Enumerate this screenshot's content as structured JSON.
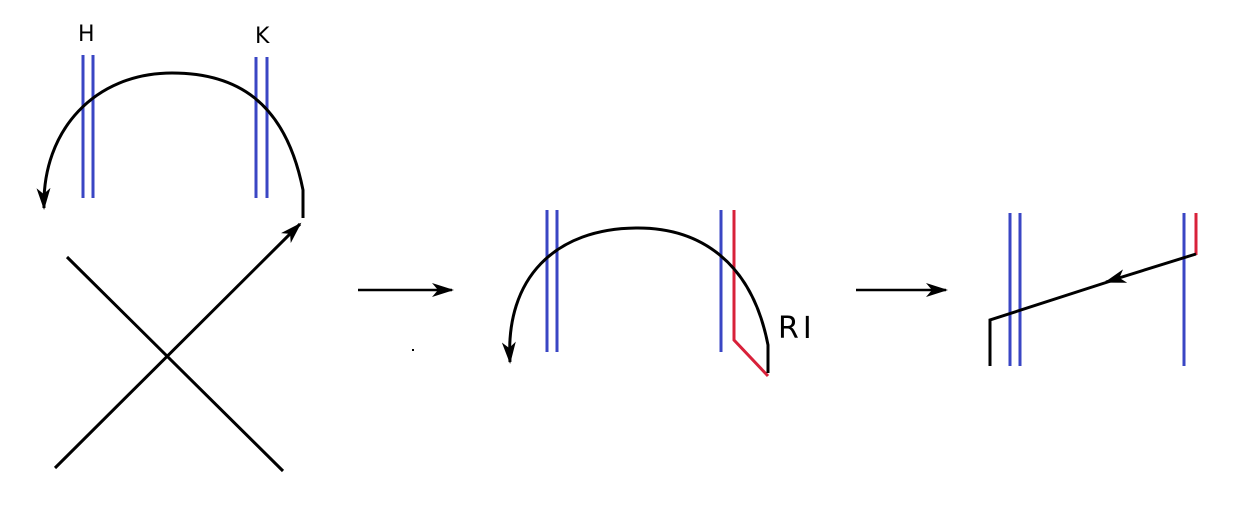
{
  "labels": {
    "strand_h": "H",
    "strand_k": "K",
    "move": "RI"
  },
  "colors": {
    "strand": "#3a46c4",
    "highlight": "#d8213a",
    "line": "#000000"
  }
}
